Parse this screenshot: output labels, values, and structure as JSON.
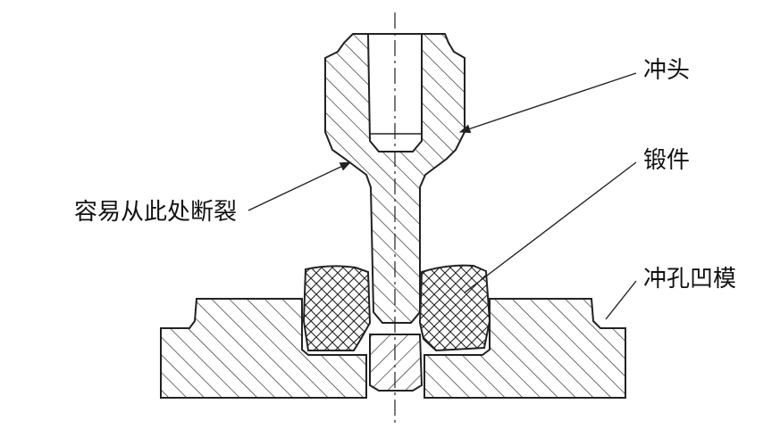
{
  "labels": {
    "punch": "冲头",
    "forging": "锻件",
    "die": "冲孔凹模",
    "fracture_note": "容易从此处断裂"
  },
  "colors": {
    "line": "#222222",
    "background": "#ffffff"
  }
}
